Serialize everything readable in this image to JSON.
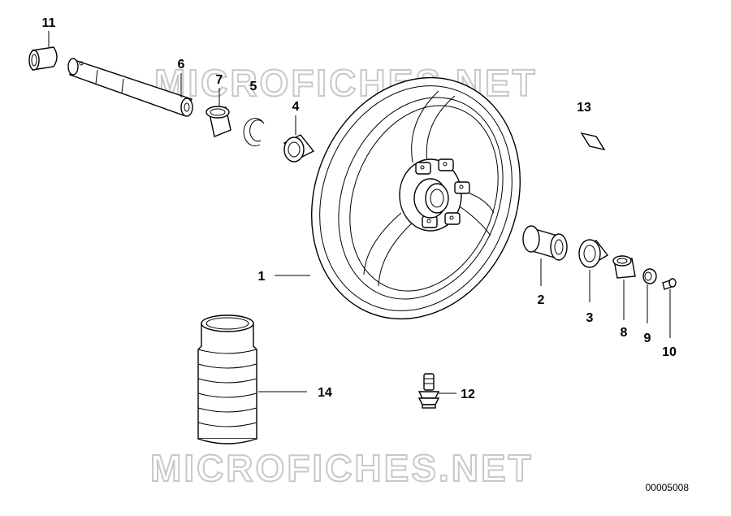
{
  "callouts": [
    {
      "id": "1",
      "label": "1"
    },
    {
      "id": "2",
      "label": "2"
    },
    {
      "id": "3",
      "label": "3"
    },
    {
      "id": "4",
      "label": "4"
    },
    {
      "id": "5",
      "label": "5"
    },
    {
      "id": "6",
      "label": "6"
    },
    {
      "id": "7",
      "label": "7"
    },
    {
      "id": "8",
      "label": "8"
    },
    {
      "id": "9",
      "label": "9"
    },
    {
      "id": "10",
      "label": "10"
    },
    {
      "id": "11",
      "label": "11"
    },
    {
      "id": "12",
      "label": "12"
    },
    {
      "id": "13",
      "label": "13"
    },
    {
      "id": "14",
      "label": "14"
    }
  ],
  "watermark": "MICROFICHES.NET",
  "document_number": "00005008"
}
